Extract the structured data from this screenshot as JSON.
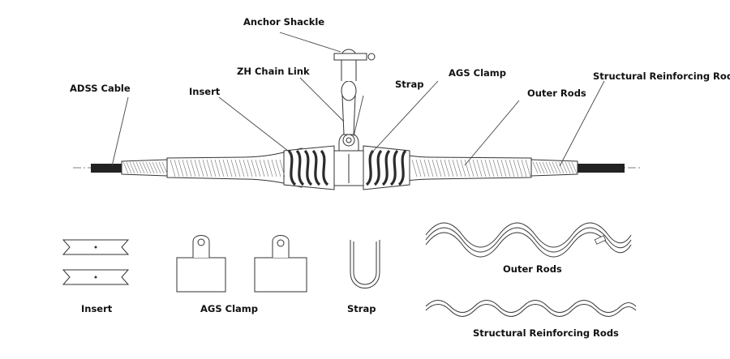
{
  "labels": {
    "anchor_shackle": "Anchor Shackle",
    "zh_chain_link": "ZH Chain Link",
    "strap": "Strap",
    "ags_clamp": "AGS Clamp",
    "structural_reinforcing_rods": "Structural Reinforcing Rods",
    "adss_cable": "ADSS Cable",
    "insert": "Insert",
    "outer_rods": "Outer Rods"
  },
  "captions": {
    "insert": "Insert",
    "ags_clamp": "AGS Clamp",
    "strap": "Strap",
    "outer_rods": "Outer Rods",
    "structural_reinforcing_rods": "Structural Reinforcing Rods"
  },
  "colors": {
    "line": "#333333",
    "cable_core": "#222222",
    "twist": "#2b2b2b"
  }
}
